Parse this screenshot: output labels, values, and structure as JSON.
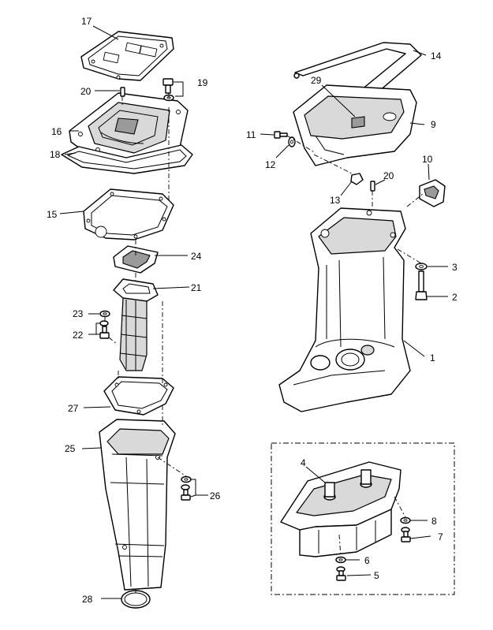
{
  "callouts": {
    "c1": "1",
    "c2": "2",
    "c3": "3",
    "c4": "4",
    "c5": "5",
    "c6": "6",
    "c7": "7",
    "c8": "8",
    "c9": "9",
    "c10": "10",
    "c11": "11",
    "c12": "12",
    "c13": "13",
    "c14": "14",
    "c15": "15",
    "c16": "16",
    "c17": "17",
    "c18": "18",
    "c19": "19",
    "c20a": "20",
    "c20b": "20",
    "c21": "21",
    "c22": "22",
    "c23": "23",
    "c24": "24",
    "c25": "25",
    "c26": "26",
    "c27": "27",
    "c28": "28",
    "c29": "29"
  }
}
